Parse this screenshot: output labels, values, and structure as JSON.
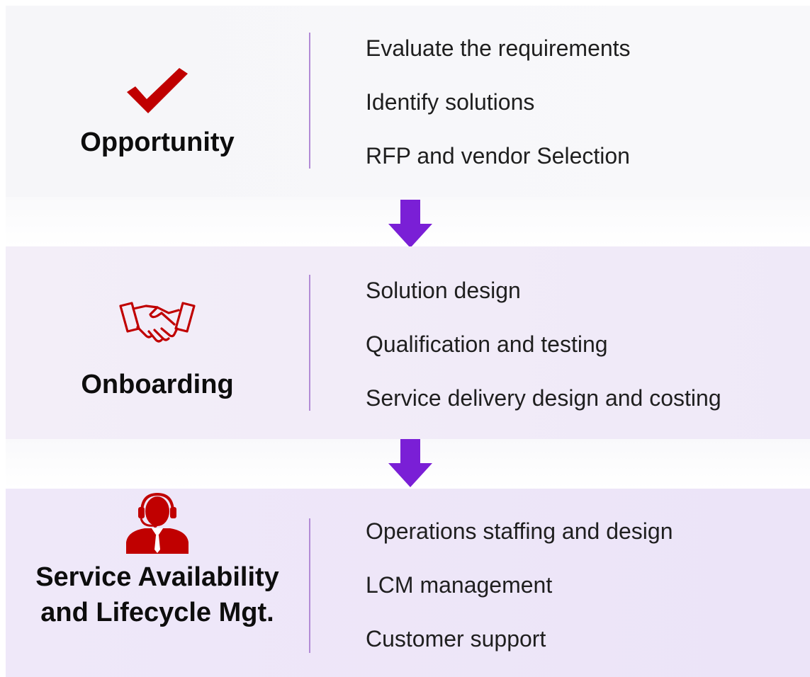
{
  "stages": [
    {
      "title": "Opportunity",
      "icon": "checkmark-icon",
      "items": [
        "Evaluate the requirements",
        "Identify solutions",
        "RFP and vendor Selection"
      ]
    },
    {
      "title": "Onboarding",
      "icon": "handshake-icon",
      "items": [
        "Solution design",
        "Qualification  and testing",
        "Service delivery design and costing"
      ]
    },
    {
      "title_line1": "Service Availability",
      "title_line2": "and Lifecycle Mgt.",
      "icon": "support-agent-icon",
      "items": [
        "Operations staffing and design",
        "LCM management",
        "Customer support"
      ]
    }
  ],
  "colors": {
    "icon_red": "#c00000",
    "arrow_purple": "#7a1fd6",
    "divider": "#b28bd6"
  }
}
